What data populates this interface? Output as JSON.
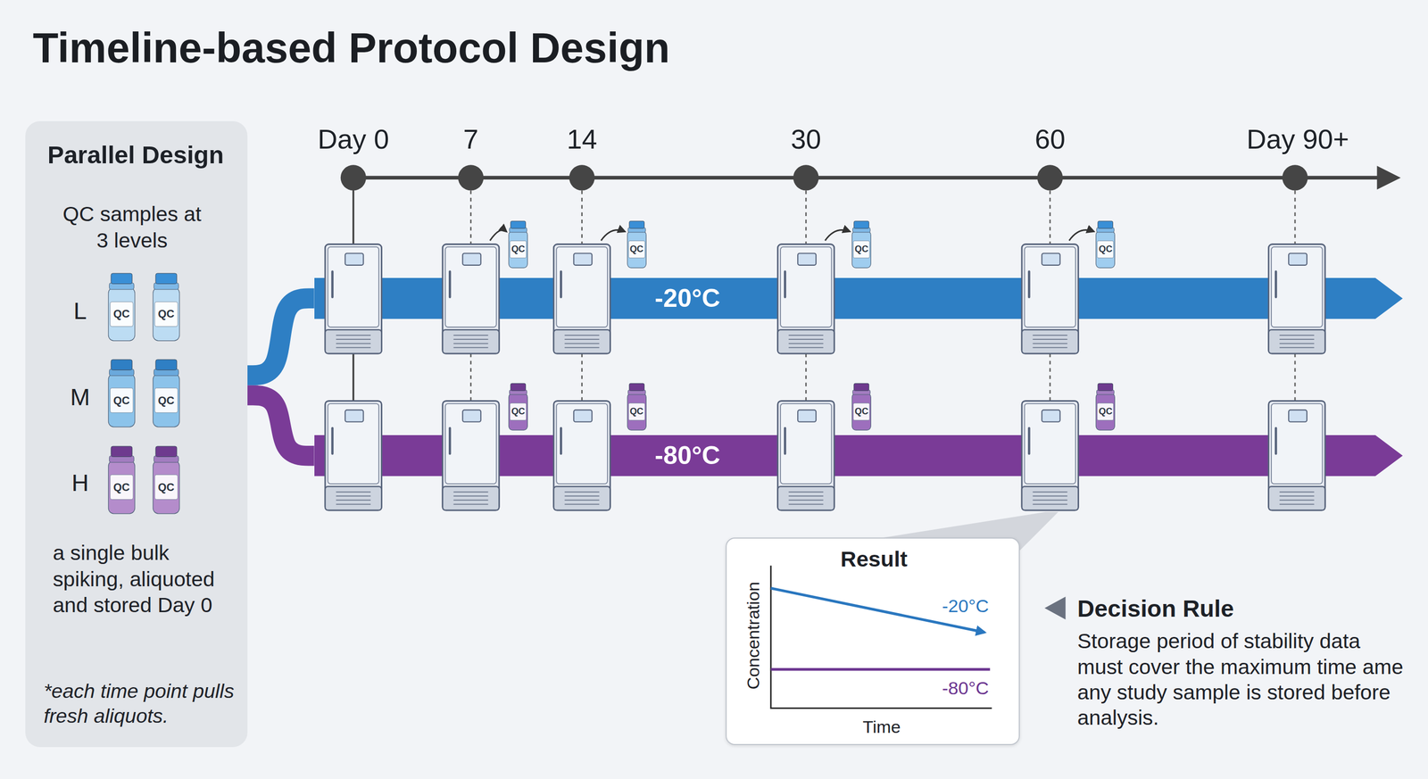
{
  "diagram": {
    "title": "Timeline-based Protocol Design",
    "nodes": [
      {
        "text": [
          "Parallel Design",
          "QC samples at 3 levels",
          "a single bulk spiking, aliquoted and stored Day 0",
          "*each time point pulls fresh aliquots."
        ]
      },
      {
        "text": [
          "QC"
        ],
        "in": 0
      },
      {
        "text": [
          "QC"
        ],
        "in": 0
      },
      {
        "text": [
          "QC"
        ],
        "in": 0
      },
      {
        "text": [
          "QC"
        ],
        "in": 0
      },
      {
        "text": [
          "QC"
        ],
        "in": 0
      },
      {
        "text": [
          "QC"
        ],
        "in": 0
      },
      {
        "text": [
          "-20°C"
        ]
      },
      {
        "text": [
          "QC"
        ]
      },
      {
        "text": [
          "QC"
        ]
      },
      {
        "text": [
          "QC"
        ]
      },
      {
        "text": [
          "QC"
        ]
      },
      {
        "text": [
          "-80°C"
        ]
      },
      {
        "text": [
          "QC"
        ]
      },
      {
        "text": [
          "QC"
        ]
      },
      {
        "text": [
          "QC"
        ]
      },
      {
        "text": [
          "QC"
        ]
      },
      {
        "text": [
          "Result",
          "Concentration",
          "Time",
          "-20°C",
          "-80°C"
        ]
      }
    ],
    "edges": [
      {
        "from": 0,
        "to": 7,
        "arrow": "none"
      },
      {
        "from": 0,
        "to": 12,
        "arrow": "none"
      }
    ],
    "labels": [
      "Day 0",
      "7",
      "14",
      "30",
      "60",
      "Day 90+",
      "L",
      "M",
      "H",
      "Decision Rule",
      "Storage period of stability data must cover the maximum time ame any study sample is stored before analysis."
    ]
  }
}
